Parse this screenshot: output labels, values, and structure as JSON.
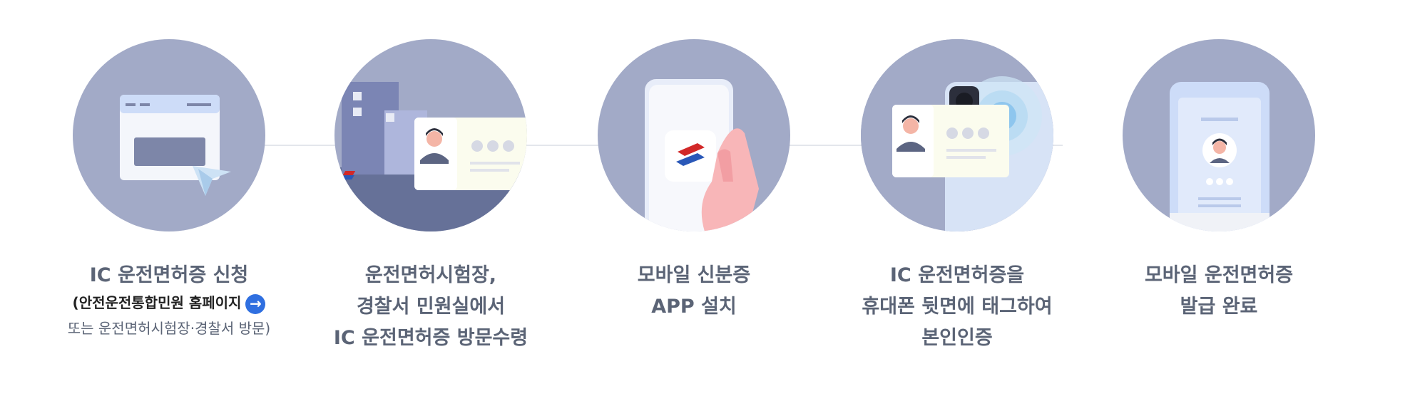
{
  "steps": [
    {
      "line1": "IC 운전면허증 신청",
      "sub_line1_open": "(",
      "sub_link": "안전운전통합민원 홈페이지",
      "sub_line2": "또는 운전면허시험장·경찰서 방문)",
      "icon": "browser-window-icon"
    },
    {
      "line1": "운전면허시험장,",
      "line2": "경찰서 민원실에서",
      "line3": "IC 운전면허증 방문수령",
      "icon": "license-card-building-icon"
    },
    {
      "line1": "모바일 신분증",
      "line2": "APP 설치",
      "icon": "phone-app-install-icon"
    },
    {
      "line1": "IC 운전면허증을",
      "line2": "휴대폰 뒷면에 태그하여",
      "line3": "본인인증",
      "icon": "nfc-tag-icon"
    },
    {
      "line1": "모바일 운전면허증",
      "line2": "발급 완료",
      "icon": "mobile-license-complete-icon"
    }
  ],
  "colors": {
    "circle": "#a2aac7",
    "caption": "#5b6476",
    "link_button": "#2f6fe0",
    "connector": "#e3e6ec"
  }
}
